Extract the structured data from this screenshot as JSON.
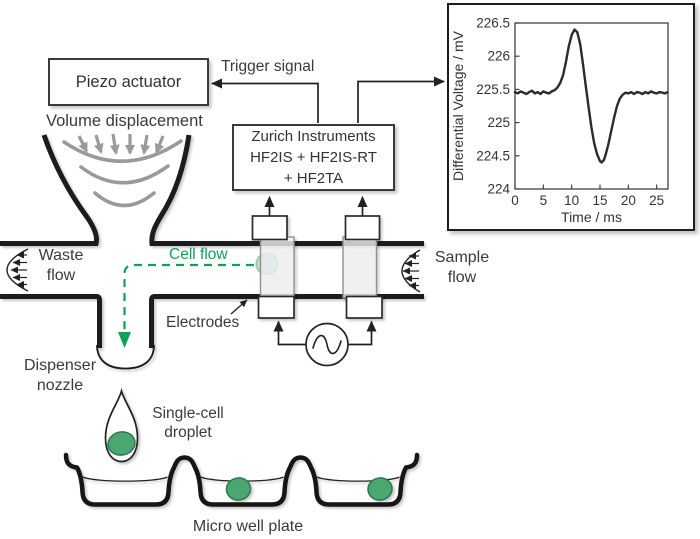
{
  "boxes": {
    "piezo": {
      "label": "Piezo actuator"
    },
    "zurich": {
      "lines": [
        "Zurich Instruments",
        "HF2IS + HF2IS-RT",
        "+ HF2TA"
      ]
    }
  },
  "labels": {
    "volume_displacement": "Volume displacement",
    "trigger_signal": "Trigger signal",
    "waste_flow": "Waste flow",
    "cell_flow": "Cell flow",
    "sample_flow": "Sample flow",
    "electrodes": "Electrodes",
    "dispenser_nozzle": "Dispenser nozzle",
    "single_cell_droplet": "Single-cell droplet",
    "micro_well_plate": "Micro well plate"
  },
  "colors": {
    "green_accent": "#0FA05A",
    "cell_fill": "#4BA772",
    "cell_stroke": "#2E7A50",
    "line_dark": "#2b2b2b",
    "gray_wave": "#9A9A9A"
  },
  "chart_data": {
    "type": "line",
    "title": "",
    "xlabel": "Time / ms",
    "ylabel": "Differential Voltage / mV",
    "xlim": [
      0,
      27
    ],
    "ylim": [
      224,
      226.5
    ],
    "xticks": [
      0,
      5,
      10,
      15,
      20,
      25
    ],
    "yticks": [
      224,
      224.5,
      225,
      225.5,
      226,
      226.5
    ],
    "grid": false,
    "legend": "none",
    "series": [
      {
        "name": "differential-voltage",
        "x": [
          0,
          0.5,
          1,
          1.5,
          2,
          2.5,
          3,
          3.5,
          4,
          4.5,
          5,
          5.5,
          6,
          6.5,
          7,
          7.5,
          8,
          8.5,
          9,
          9.5,
          10,
          10.5,
          11,
          11.5,
          12,
          12.5,
          13,
          13.5,
          14,
          14.5,
          15,
          15.3,
          15.7,
          16,
          16.5,
          17,
          17.5,
          18,
          18.5,
          19,
          19.5,
          20,
          20.5,
          21,
          21.5,
          22,
          22.5,
          23,
          23.5,
          24,
          24.5,
          25,
          25.5,
          26,
          26.5,
          26.9
        ],
        "y": [
          225.46,
          225.44,
          225.47,
          225.45,
          225.43,
          225.46,
          225.48,
          225.44,
          225.46,
          225.43,
          225.47,
          225.45,
          225.44,
          225.47,
          225.49,
          225.53,
          225.6,
          225.72,
          225.92,
          226.15,
          226.32,
          226.4,
          226.36,
          226.18,
          225.88,
          225.55,
          225.22,
          224.92,
          224.68,
          224.52,
          224.42,
          224.4,
          224.44,
          224.52,
          224.68,
          224.88,
          225.08,
          225.25,
          225.36,
          225.42,
          225.45,
          225.44,
          225.46,
          225.43,
          225.46,
          225.45,
          225.43,
          225.46,
          225.44,
          225.47,
          225.45,
          225.44,
          225.46,
          225.45,
          225.44,
          225.46
        ]
      }
    ]
  }
}
